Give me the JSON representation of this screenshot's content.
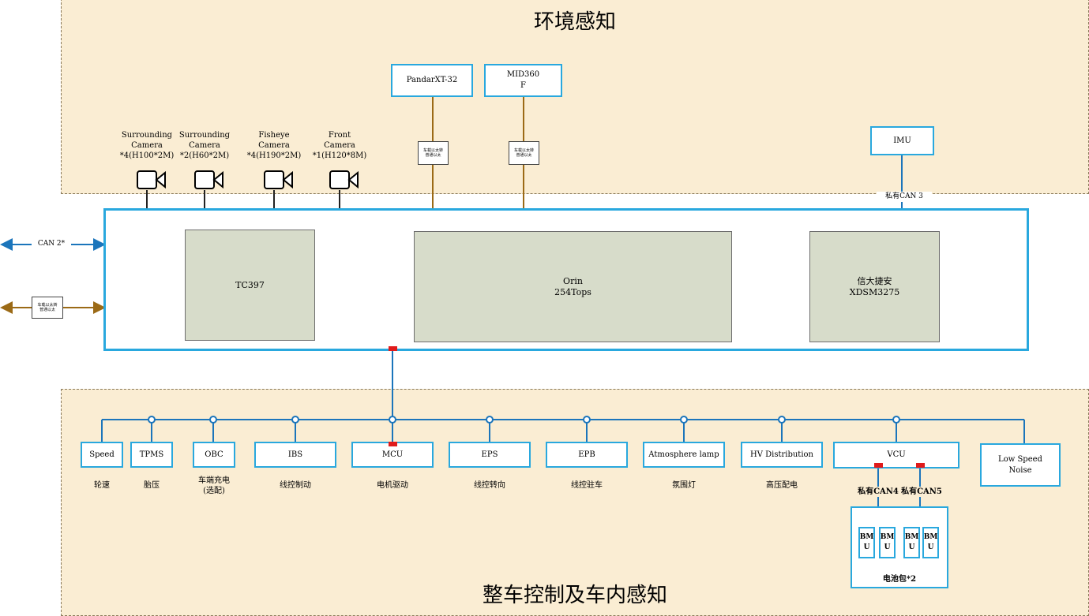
{
  "zones": {
    "top_title": "环境感知",
    "bottom_title": "整车控制及车内感知"
  },
  "sensors": {
    "lidar1": "PandarXT-32",
    "lidar2": "MID360\nF",
    "imu": "IMU",
    "private_can3": "私有CAN 3",
    "converter_label": "车载以太转\n普通以太"
  },
  "cameras": [
    {
      "label": "Surrounding\nCamera\n*4(H100*2M)"
    },
    {
      "label": "Surrounding\nCamera\n*2(H60*2M)"
    },
    {
      "label": "Fisheye\nCamera\n*4(H190*2M)"
    },
    {
      "label": "Front\nCamera\n*1(H120*8M)"
    }
  ],
  "controller": {
    "chip1": "TC397",
    "chip2": "Orin\n254Tops",
    "chip3": "信大捷安\nXDSM3275",
    "can2": "CAN 2*",
    "left_converter": "车载以太转\n普通以太"
  },
  "modules": [
    {
      "label": "Speed",
      "sub": "轮速"
    },
    {
      "label": "TPMS",
      "sub": "胎压"
    },
    {
      "label": "OBC",
      "sub": "车端充电\n(选配)"
    },
    {
      "label": "IBS",
      "sub": "线控制动"
    },
    {
      "label": "MCU",
      "sub": "电机驱动"
    },
    {
      "label": "EPS",
      "sub": "线控转向"
    },
    {
      "label": "EPB",
      "sub": "线控驻车"
    },
    {
      "label": "Atmosphere lamp",
      "sub": "氛围灯"
    },
    {
      "label": "HV Distribution",
      "sub": "高压配电"
    },
    {
      "label": "VCU",
      "sub": ""
    },
    {
      "label": "Low Speed\nNoise",
      "sub": ""
    }
  ],
  "battery": {
    "can4": "私有CAN4",
    "can5": "私有CAN5",
    "bmu": [
      "BM\nU",
      "BM\nU",
      "BM\nU",
      "BM\nU"
    ],
    "label": "电池包*2"
  },
  "colors": {
    "zone_bg": "#faedd3",
    "box_border": "#29a8de",
    "bus_line": "#1b75bb",
    "ethernet_line": "#9b6a16",
    "chip_bg": "#d7dcca",
    "marker": "#e01b1b"
  }
}
